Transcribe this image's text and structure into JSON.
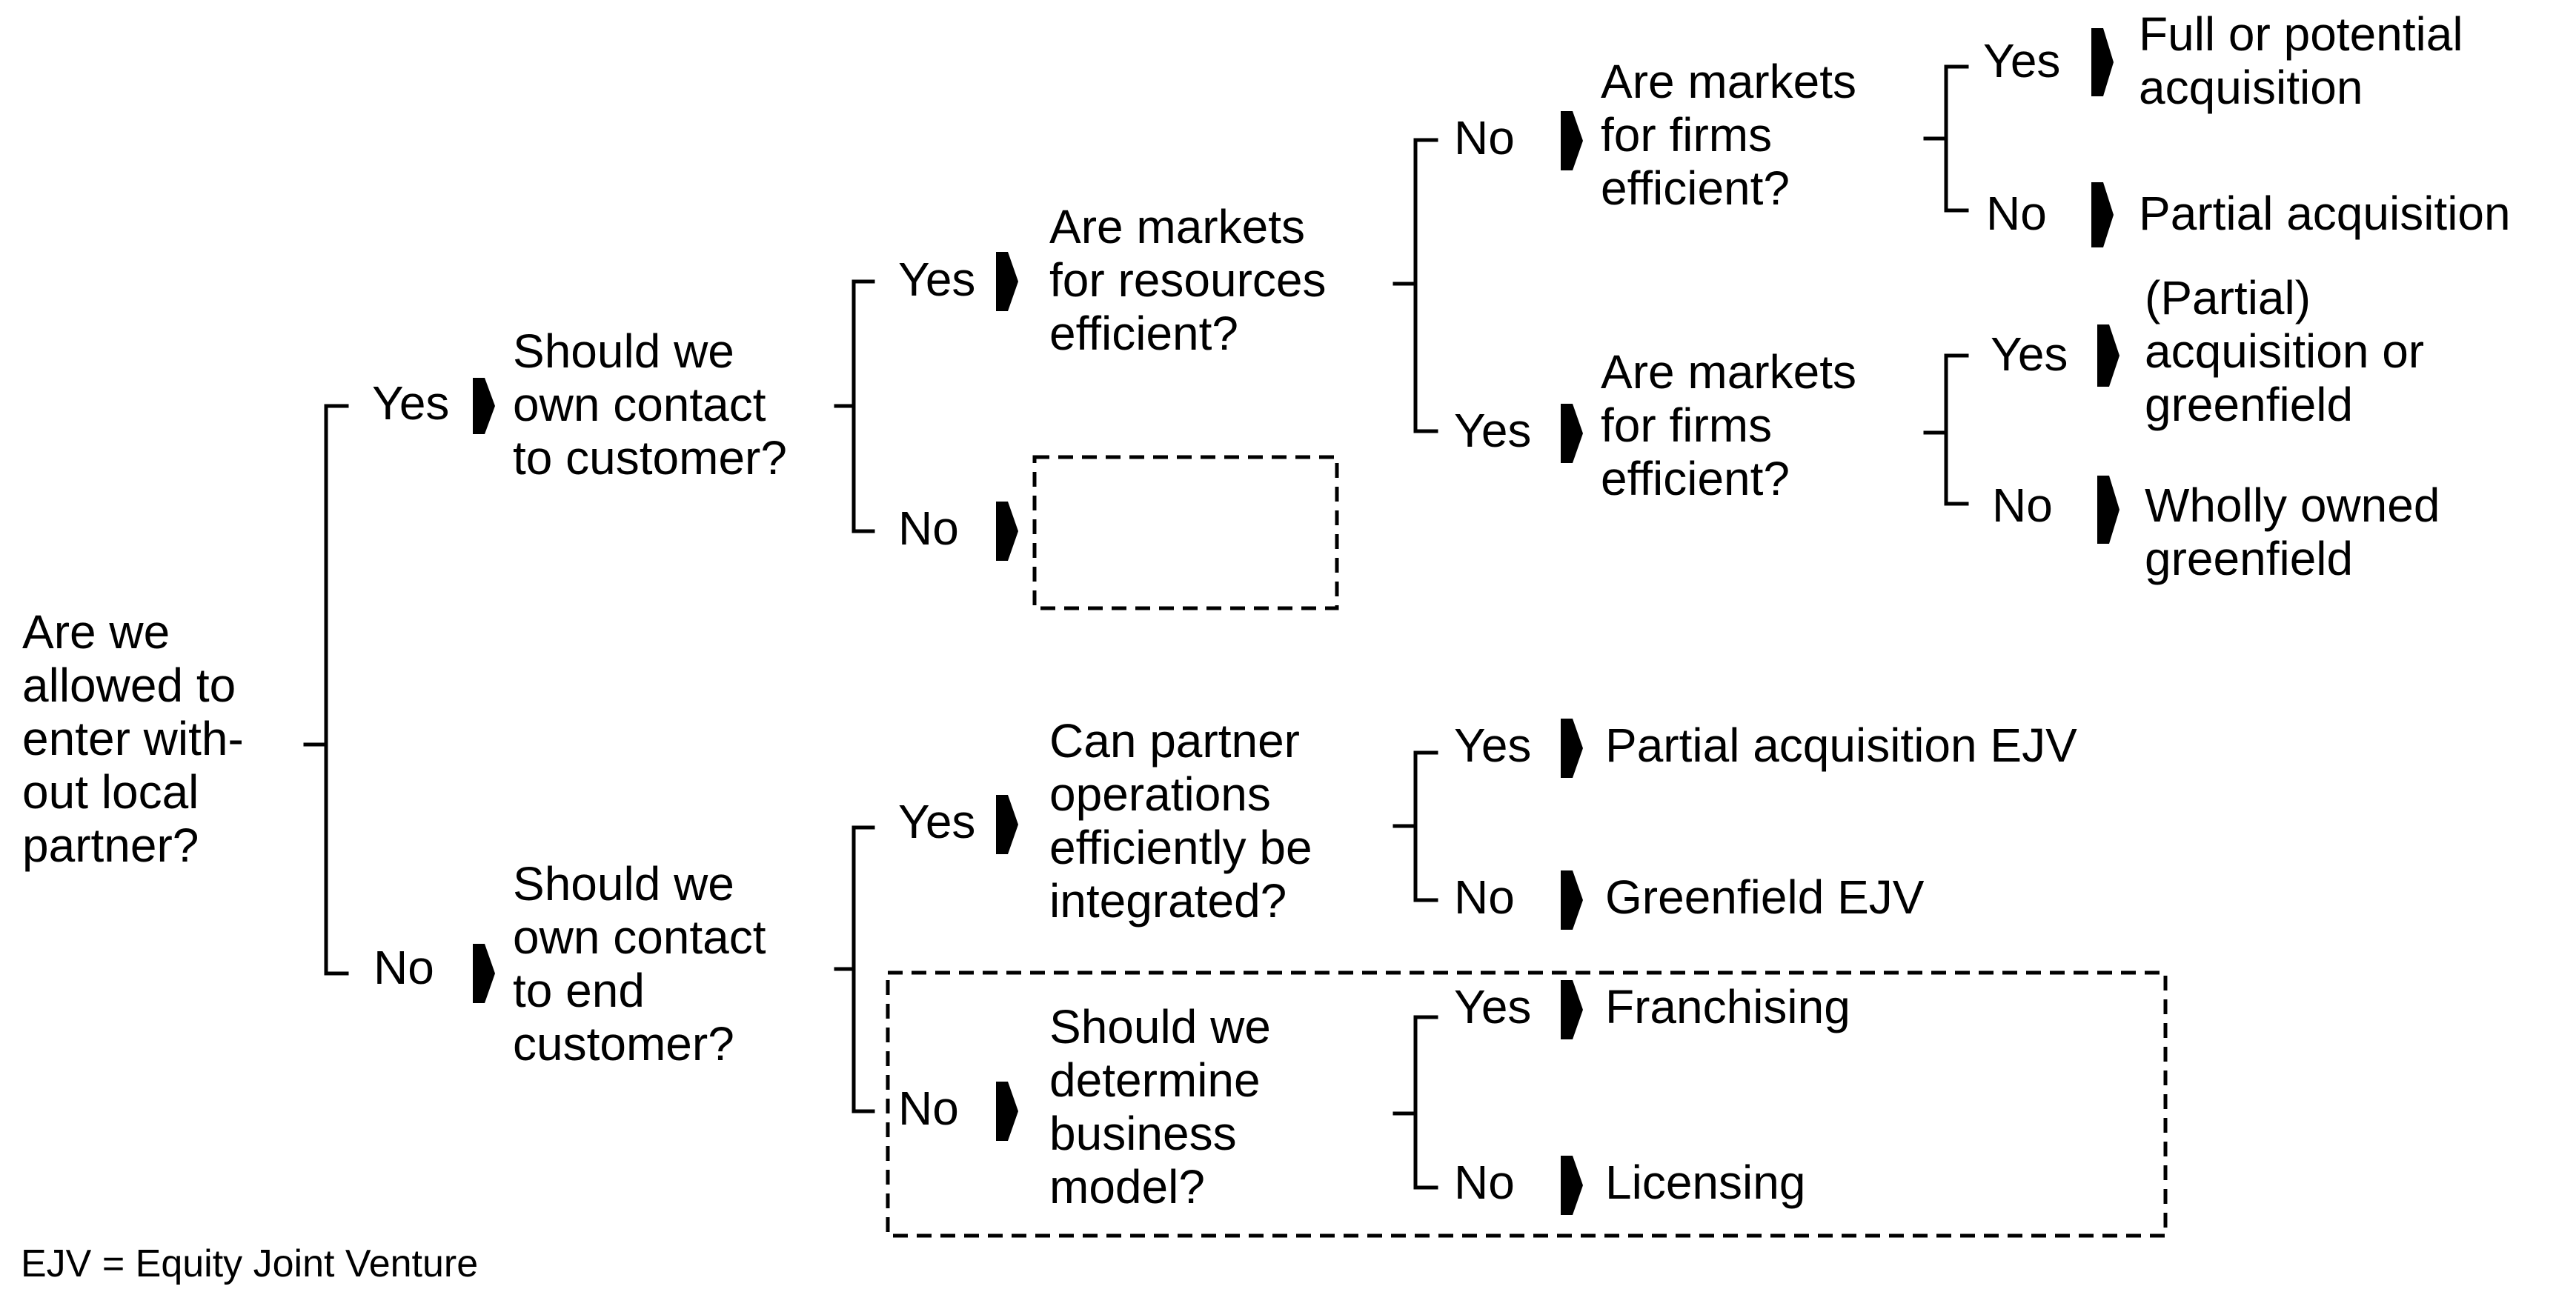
{
  "root_question": "Are we\nallowed to\nenter with-\nout local\npartner?",
  "branches": {
    "yes": {
      "label": "Yes",
      "question": "Should we\nown contact\nto customer?",
      "yes": {
        "label": "Yes",
        "question": "Are markets\nfor resources\nefficient?",
        "no": {
          "label": "No",
          "question": "Are markets\nfor firms\nefficient?",
          "yes": {
            "label": "Yes",
            "outcome": "Full or potential\nacquisition"
          },
          "no": {
            "label": "No",
            "outcome": "Partial acquisition"
          }
        },
        "yes": {
          "label": "Yes",
          "question": "Are markets\nfor firms\nefficient?",
          "yes": {
            "label": "Yes",
            "outcome": "(Partial)\nacquisition or\ngreenfield"
          },
          "no": {
            "label": "No",
            "outcome": "Wholly owned\ngreenfield"
          }
        }
      },
      "no": {
        "label": "No"
      }
    },
    "no": {
      "label": "No",
      "question": "Should we\nown contact\nto end\ncustomer?",
      "yes": {
        "label": "Yes",
        "question": "Can partner\noperations\nefficiently be\nintegrated?",
        "yes": {
          "label": "Yes",
          "outcome": "Partial acquisition EJV"
        },
        "no": {
          "label": "No",
          "outcome": "Greenfield EJV"
        }
      },
      "no": {
        "label": "No",
        "question": "Should we\ndetermine\nbusiness\nmodel?",
        "yes": {
          "label": "Yes",
          "outcome": "Franchising"
        },
        "no": {
          "label": "No",
          "outcome": "Licensing"
        }
      }
    }
  },
  "legend": "EJV = Equity Joint Venture"
}
